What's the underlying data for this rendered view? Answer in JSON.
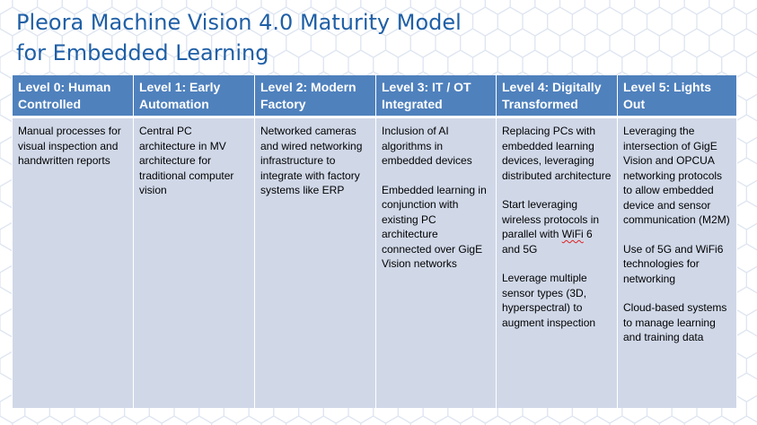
{
  "slide": {
    "title_line1": "Pleora Machine Vision 4.0 Maturity Model",
    "title_line2": "for Embedded Learning"
  },
  "colors": {
    "title": "#1f5fa6",
    "header_bg": "#4f81bd",
    "cell_bg": "#d0d8e8"
  },
  "table": {
    "headers": [
      "Level 0: Human Controlled",
      "Level 1: Early Automation",
      "Level 2: Modern Factory",
      "Level 3: IT / OT Integrated",
      "Level 4: Digitally Transformed",
      "Level 5: Lights Out"
    ],
    "columns": [
      {
        "paragraphs": [
          "Manual processes for visual inspection and handwritten reports"
        ]
      },
      {
        "paragraphs": [
          "Central PC architecture in MV architecture for traditional computer vision"
        ]
      },
      {
        "paragraphs": [
          "Networked cameras and wired networking infrastructure to integrate with factory systems like ERP"
        ]
      },
      {
        "paragraphs": [
          "Inclusion of AI algorithms in embedded devices",
          "Embedded learning in conjunction with existing PC architecture connected over GigE Vision networks"
        ]
      },
      {
        "paragraphs": [
          "Replacing PCs with embedded learning devices, leveraging distributed architecture",
          "Start leveraging wireless protocols in parallel with WiFi 6 and 5G",
          "Leverage multiple sensor types (3D, hyperspectral) to augment inspection"
        ]
      },
      {
        "paragraphs": [
          "Leveraging the intersection of GigE Vision and OPCUA networking protocols to allow embedded device and sensor communication (M2M)",
          "Use of 5G and WiFi6 technologies for networking",
          "Cloud-based systems to manage learning and training data"
        ]
      }
    ]
  }
}
